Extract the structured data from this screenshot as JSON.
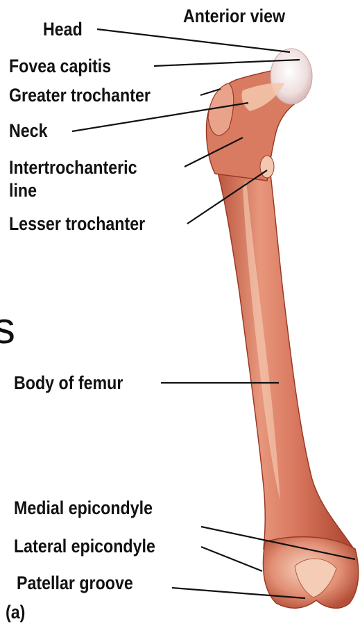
{
  "view_title": "Anterior view",
  "labels": {
    "head": "Head",
    "fovea_capitis": "Fovea capitis",
    "greater_trochanter": "Greater trochanter",
    "neck": "Neck",
    "intertrochanteric_line_1": "Intertrochanteric",
    "intertrochanteric_line_2": "line",
    "lesser_trochanter": "Lesser trochanter",
    "body_of_femur": "Body of femur",
    "medial_epicondyle": "Medial epicondyle",
    "lateral_epicondyle": "Lateral epicondyle",
    "patellar_groove": "Patellar groove"
  },
  "panel_label": "(a)",
  "cropped_glyph": "s",
  "colors": {
    "bone_fill": "#d8755e",
    "bone_highlight": "#f2c4a8",
    "bone_shadow": "#a8402c",
    "head_cartilage": "#eddcdc",
    "leader_lines": "#111111"
  }
}
